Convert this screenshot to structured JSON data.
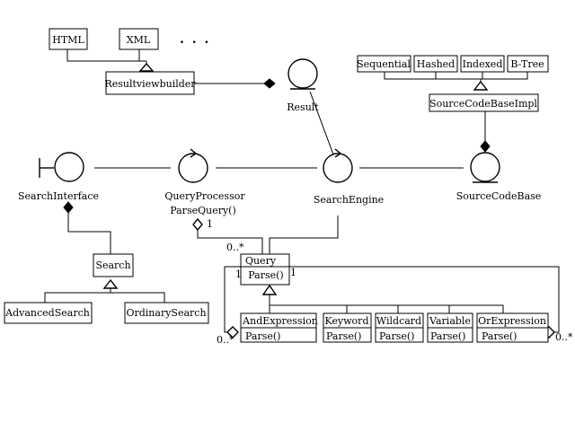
{
  "classes": {
    "html": "HTML",
    "xml": "XML",
    "ellipsis": ". . .",
    "resultviewbuilder": "Resultviewbuilder",
    "sequential": "Sequential",
    "hashed": "Hashed",
    "indexed": "Indexed",
    "btree": "B-Tree",
    "sourcecodebaseimpl": "SourceCodeBaseImpl",
    "search": "Search",
    "advancedsearch": "AdvancedSearch",
    "ordinarysearch": "OrdinarySearch",
    "query": "Query",
    "query_method": "Parse()",
    "andexpression": "AndExpression",
    "keyword": "Keyword",
    "wildcard": "Wildcard",
    "variable": "Variable",
    "orexpression": "OrExpression",
    "parse": "Parse()"
  },
  "objects": {
    "result": "Result",
    "searchinterface": "SearchInterface",
    "queryprocessor": "QueryProcessor",
    "queryprocessor_op": "ParseQuery()",
    "searchengine": "SearchEngine",
    "sourcecodebase": "SourceCodeBase"
  },
  "multiplicities": {
    "one": "1",
    "zero_many": "0..*"
  }
}
